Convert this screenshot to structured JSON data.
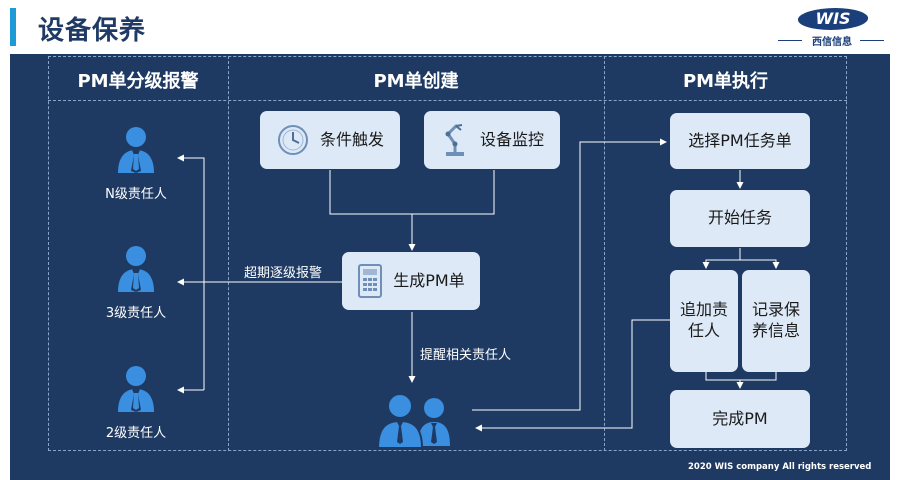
{
  "header": {
    "title": "设备保养",
    "logo_text": "WIS",
    "logo_subtext": "西信信息"
  },
  "columns": {
    "left": "PM单分级报警",
    "middle": "PM单创建",
    "right": "PM单执行"
  },
  "persons": [
    {
      "label": "N级责任人"
    },
    {
      "label": "3级责任人"
    },
    {
      "label": "2级责任人"
    }
  ],
  "nodes": {
    "trigger": "条件触发",
    "monitor": "设备监控",
    "generate": "生成PM单",
    "select_task": "选择PM任务单",
    "start_task": "开始任务",
    "add_person": "追加责任人",
    "record_info": "记录保养信息",
    "complete": "完成PM"
  },
  "annotations": {
    "escalate": "超期逐级报警",
    "remind": "提醒相关责任人"
  },
  "footer": "2020 WIS company All rights reserved",
  "colors": {
    "accent": "#1e9ad6",
    "panel": "#1e3a63",
    "box": "#dde9f6",
    "person": "#3a8fe0",
    "title": "#1f3a64"
  }
}
